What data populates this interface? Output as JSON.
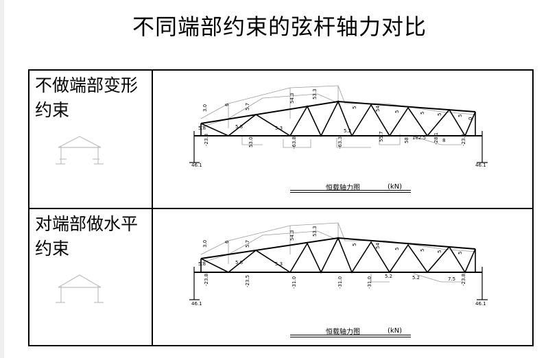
{
  "page": {
    "title": "不同端部约束的弦杆轴力对比"
  },
  "rows": [
    {
      "label": "不做端部变形\n约束",
      "caption": "恒载轴力图",
      "unit": "(kN)",
      "top_labels": [
        "3.0",
        "6",
        "5.7",
        "54.3",
        "53.3",
        "5",
        "54",
        "5",
        "5",
        "5",
        "5",
        "0"
      ],
      "bottom_labels": [
        "-23.8",
        "53.0",
        "-63.8",
        "-63.3",
        "55.7",
        "58",
        "-28.1",
        "-23.8"
      ],
      "diag_labels": [
        "5.8",
        "5.8",
        "5.3",
        "5.2",
        "182.5",
        "8"
      ],
      "support_left": "46.1",
      "support_right": "46.1"
    },
    {
      "label": "对端部做水平\n约束",
      "caption": "恒载轴力图",
      "unit": "(kN)",
      "top_labels": [
        "3.0",
        "6",
        "5.7",
        "54.3",
        "53.3",
        "5",
        "54",
        "5",
        "5",
        "5",
        "5"
      ],
      "bottom_labels": [
        "-23.8",
        "-23.5",
        "-31.0",
        "-31.0",
        "-31.0",
        "-23.8"
      ],
      "diag_labels": [
        "5.8",
        "5.8",
        "5.3",
        "5.2",
        "5.2",
        "7.5"
      ],
      "support_left": "46.1",
      "support_right": "46.1"
    }
  ]
}
